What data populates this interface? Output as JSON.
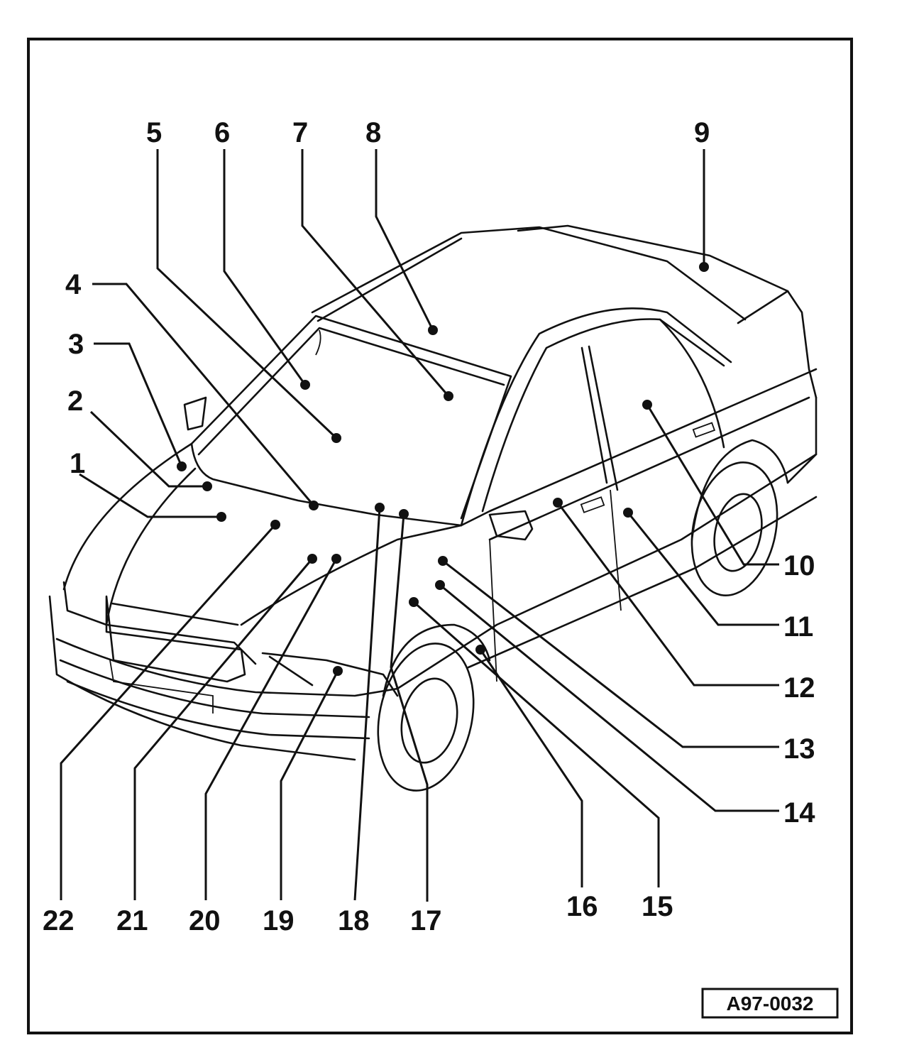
{
  "diagram": {
    "reference_code": "A97-0032",
    "callouts": [
      {
        "id": "1",
        "label": "1"
      },
      {
        "id": "2",
        "label": "2"
      },
      {
        "id": "3",
        "label": "3"
      },
      {
        "id": "4",
        "label": "4"
      },
      {
        "id": "5",
        "label": "5"
      },
      {
        "id": "6",
        "label": "6"
      },
      {
        "id": "7",
        "label": "7"
      },
      {
        "id": "8",
        "label": "8"
      },
      {
        "id": "9",
        "label": "9"
      },
      {
        "id": "10",
        "label": "10"
      },
      {
        "id": "11",
        "label": "11"
      },
      {
        "id": "12",
        "label": "12"
      },
      {
        "id": "13",
        "label": "13"
      },
      {
        "id": "14",
        "label": "14"
      },
      {
        "id": "15",
        "label": "15"
      },
      {
        "id": "16",
        "label": "16"
      },
      {
        "id": "17",
        "label": "17"
      },
      {
        "id": "18",
        "label": "18"
      },
      {
        "id": "19",
        "label": "19"
      },
      {
        "id": "20",
        "label": "20"
      },
      {
        "id": "21",
        "label": "21"
      },
      {
        "id": "22",
        "label": "22"
      }
    ]
  }
}
